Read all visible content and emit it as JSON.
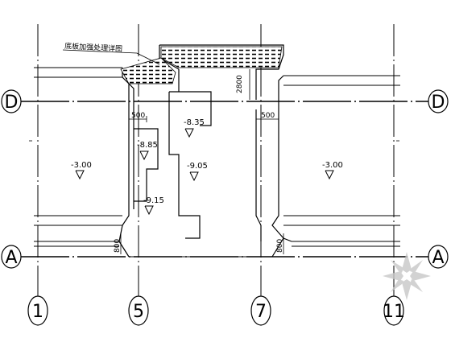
{
  "axes": {
    "vertical": [
      "1",
      "5",
      "7",
      "11"
    ],
    "horizontal": [
      "D",
      "A"
    ]
  },
  "note": "底板加强处理详图",
  "elevations": {
    "left_room": "-3.00",
    "right_room": "-3.00",
    "pit_a": "-8.35",
    "pit_b": "-8.85",
    "pit_c": "-9.05",
    "pit_d": "-9.15"
  },
  "dimensions": {
    "d1": "500",
    "d2": "500",
    "d3": "2800",
    "d4": "800",
    "d5": "800"
  },
  "colors": {
    "line": "#000000",
    "background": "#ffffff",
    "watermark": "#c8c8c8"
  }
}
